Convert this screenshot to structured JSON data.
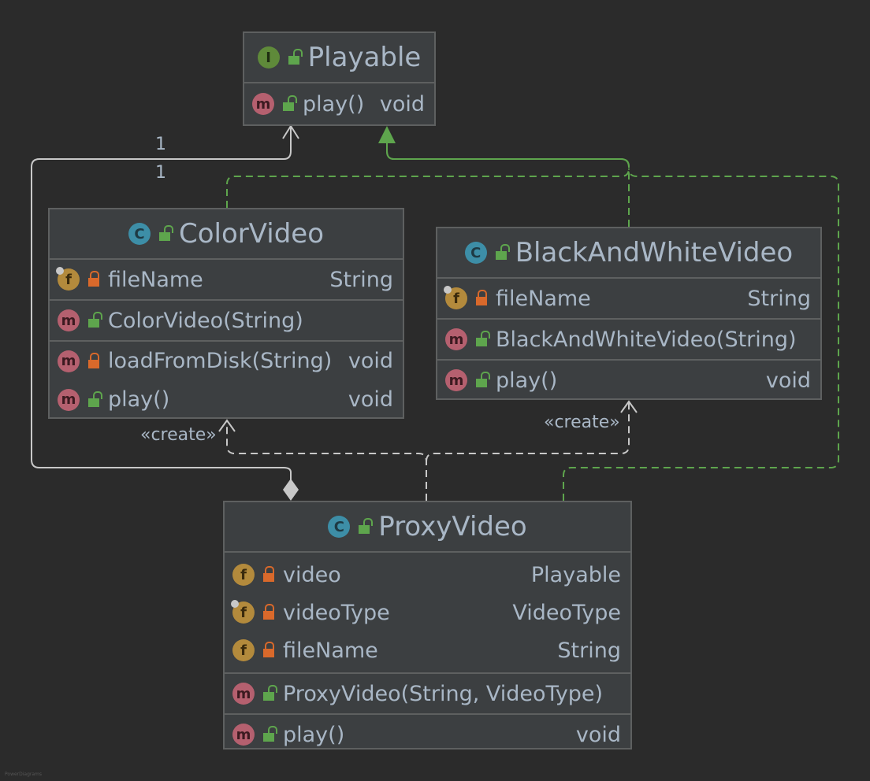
{
  "classes": {
    "playable": {
      "kind_icon": "I",
      "name": "Playable",
      "methods": [
        {
          "name": "play()",
          "type": "void"
        }
      ]
    },
    "color_video": {
      "kind_icon": "C",
      "name": "ColorVideo",
      "fields": [
        {
          "name": "fileName",
          "type": "String"
        }
      ],
      "constructors": [
        {
          "name": "ColorVideo(String)"
        }
      ],
      "methods": [
        {
          "name": "loadFromDisk(String)",
          "type": "void"
        },
        {
          "name": "play()",
          "type": "void"
        }
      ]
    },
    "bw_video": {
      "kind_icon": "C",
      "name": "BlackAndWhiteVideo",
      "fields": [
        {
          "name": "fileName",
          "type": "String"
        }
      ],
      "constructors": [
        {
          "name": "BlackAndWhiteVideo(String)"
        }
      ],
      "methods": [
        {
          "name": "play()",
          "type": "void"
        }
      ]
    },
    "proxy_video": {
      "kind_icon": "C",
      "name": "ProxyVideo",
      "fields": [
        {
          "name": "video",
          "type": "Playable"
        },
        {
          "name": "videoType",
          "type": "VideoType"
        },
        {
          "name": "fileName",
          "type": "String"
        }
      ],
      "constructors": [
        {
          "name": "ProxyVideo(String, VideoType)"
        }
      ],
      "methods": [
        {
          "name": "play()",
          "type": "void"
        }
      ]
    }
  },
  "relations": {
    "mult_top": "1",
    "mult_bottom": "1",
    "create_left": "«create»",
    "create_right": "«create»"
  },
  "watermark": "PowerDiagrams",
  "colors": {
    "background": "#2b2b2b",
    "box": "#3c3f41",
    "implements": "#5ea54d",
    "association": "#c8c8c8"
  }
}
